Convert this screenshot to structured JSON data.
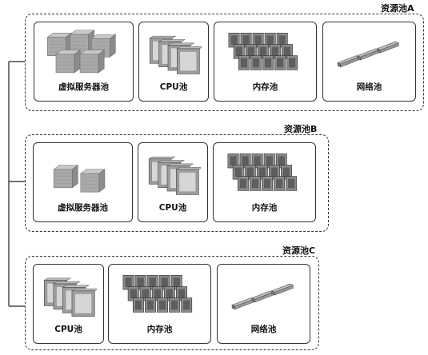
{
  "pools": [
    {
      "id": "A",
      "title": "资源池A",
      "cards": [
        {
          "type": "servers",
          "label": "虚拟服务器池"
        },
        {
          "type": "cpu",
          "label": "CPU池"
        },
        {
          "type": "memory",
          "label": "内存池"
        },
        {
          "type": "network",
          "label": "网络池"
        }
      ]
    },
    {
      "id": "B",
      "title": "资源池B",
      "cards": [
        {
          "type": "servers",
          "label": "虚拟服务器池"
        },
        {
          "type": "cpu",
          "label": "CPU池"
        },
        {
          "type": "memory",
          "label": "内存池"
        }
      ]
    },
    {
      "id": "C",
      "title": "资源池C",
      "cards": [
        {
          "type": "cpu",
          "label": "CPU池"
        },
        {
          "type": "memory",
          "label": "内存池"
        },
        {
          "type": "network",
          "label": "网络池"
        }
      ]
    }
  ]
}
